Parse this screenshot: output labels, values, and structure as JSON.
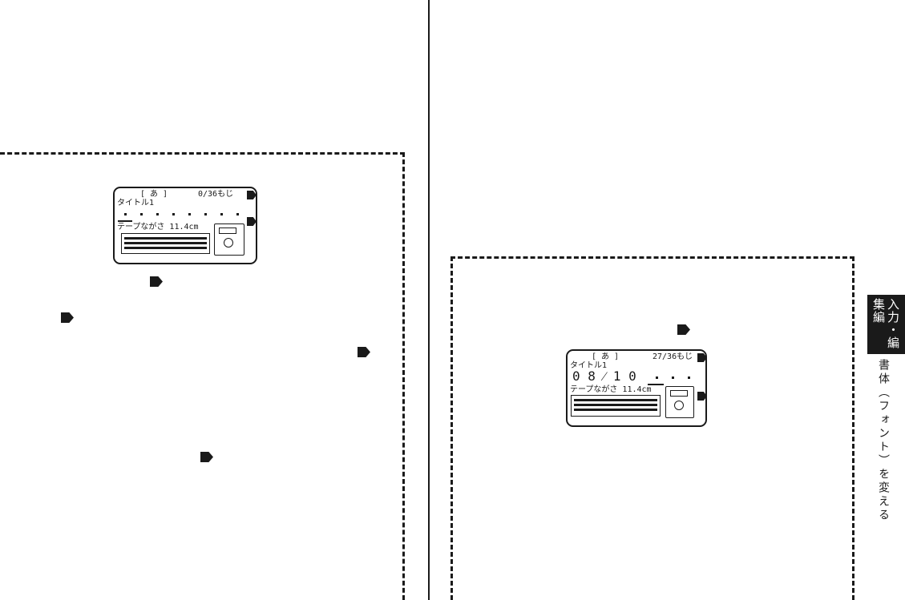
{
  "colors": {
    "ink": "#1a1a1a",
    "paper": "#ffffff"
  },
  "side_tab": {
    "section": "入力・編集編",
    "topic": "書体（フォント）を変える"
  },
  "lcd_left": {
    "mode": "[ あ ]",
    "count": "0/36もじ",
    "title": "タイトル1",
    "tape": "テープながさ 11.4cm"
  },
  "lcd_right": {
    "mode": "[ あ ]",
    "count": "27/36もじ",
    "title": "タイトル1",
    "entry": "0 8 ⁄ 1 0",
    "tape": "テープながさ 11.4cm"
  },
  "icons": [
    "arrow-right-icon",
    "tape-bar-icon",
    "cartridge-icon"
  ]
}
